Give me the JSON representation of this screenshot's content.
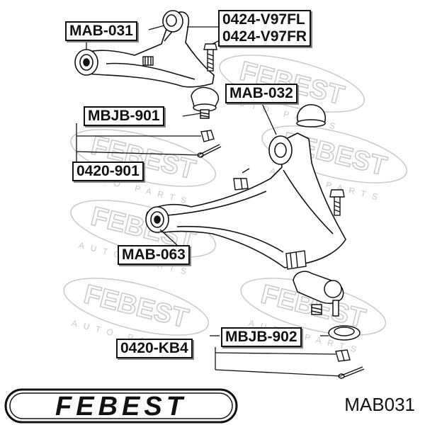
{
  "callouts": {
    "mab031": "MAB-031",
    "v97fl": "0424-V97FL",
    "v97fr": "0424-V97FR",
    "mab032": "MAB-032",
    "mbjb901": "MBJB-901",
    "p0420_901": "0420-901",
    "mab063": "MAB-063",
    "mbjb902": "MBJB-902",
    "p0420_kb4": "0420-KB4"
  },
  "footer": {
    "brand": "FEBEST",
    "part_number": "MAB031"
  },
  "watermark": {
    "brand": "FEBEST",
    "tagline": "AUTO PARTS"
  },
  "colors": {
    "ink": "#111111",
    "watermark": "#c9c9c9"
  }
}
